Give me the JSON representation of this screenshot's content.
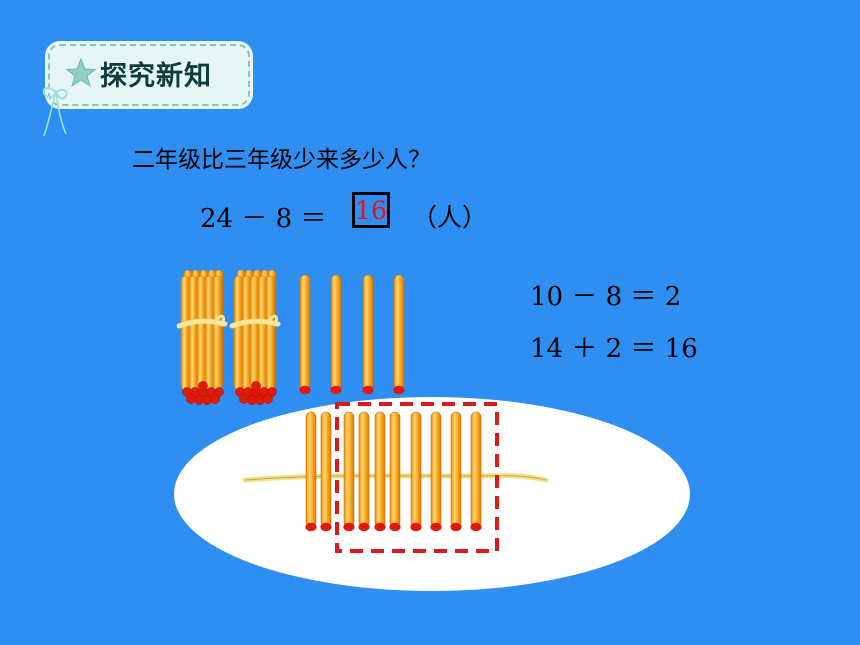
{
  "header": {
    "title": "探究新知",
    "star_icon": "star-icon",
    "bow_icon": "ribbon-bow-icon"
  },
  "problem": {
    "question": "二年级比三年级少来多少人？",
    "equation": "24 － 8 ＝",
    "answer": "16",
    "unit": "（人）"
  },
  "steps": [
    {
      "text": "10 － 8 ＝ 2"
    },
    {
      "text": "14 ＋ 2 ＝ 16"
    }
  ],
  "illustration": {
    "top_bundles_of_ten": 2,
    "top_single_sticks": 4,
    "bottom_sticks_total": 10,
    "bottom_sticks_boxed": 8
  },
  "colors": {
    "background": "#2e8ef2",
    "stick_body": "#f7a21b",
    "stick_highlight": "#ffd66a",
    "stick_tip": "#e01a0a",
    "answer": "#e21414",
    "dashed_box": "#d81b1b",
    "oval": "#ffffff"
  }
}
